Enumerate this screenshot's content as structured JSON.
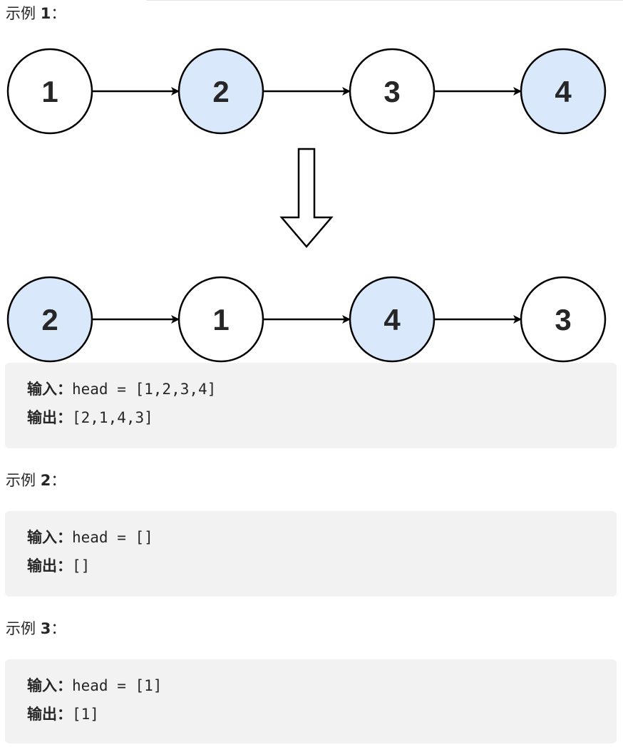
{
  "examples": [
    {
      "heading_prefix": "示例 ",
      "heading_number": "1",
      "heading_suffix": "：",
      "input_label": "输入：",
      "input_value": "head = [1,2,3,4]",
      "output_label": "输出：",
      "output_value": "[2,1,4,3]"
    },
    {
      "heading_prefix": "示例 ",
      "heading_number": "2",
      "heading_suffix": "：",
      "input_label": "输入：",
      "input_value": "head = []",
      "output_label": "输出：",
      "output_value": "[]"
    },
    {
      "heading_prefix": "示例 ",
      "heading_number": "3",
      "heading_suffix": "：",
      "input_label": "输入：",
      "input_value": "head = [1]",
      "output_label": "输出：",
      "output_value": "[1]"
    }
  ],
  "diagram": {
    "before_nodes": [
      {
        "label": "1",
        "highlighted": false
      },
      {
        "label": "2",
        "highlighted": true
      },
      {
        "label": "3",
        "highlighted": false
      },
      {
        "label": "4",
        "highlighted": true
      }
    ],
    "after_nodes": [
      {
        "label": "2",
        "highlighted": true
      },
      {
        "label": "1",
        "highlighted": false
      },
      {
        "label": "4",
        "highlighted": true
      },
      {
        "label": "3",
        "highlighted": false
      }
    ],
    "colors": {
      "highlight_fill": "#dae8fc",
      "plain_fill": "#ffffff",
      "stroke": "#000000"
    }
  }
}
